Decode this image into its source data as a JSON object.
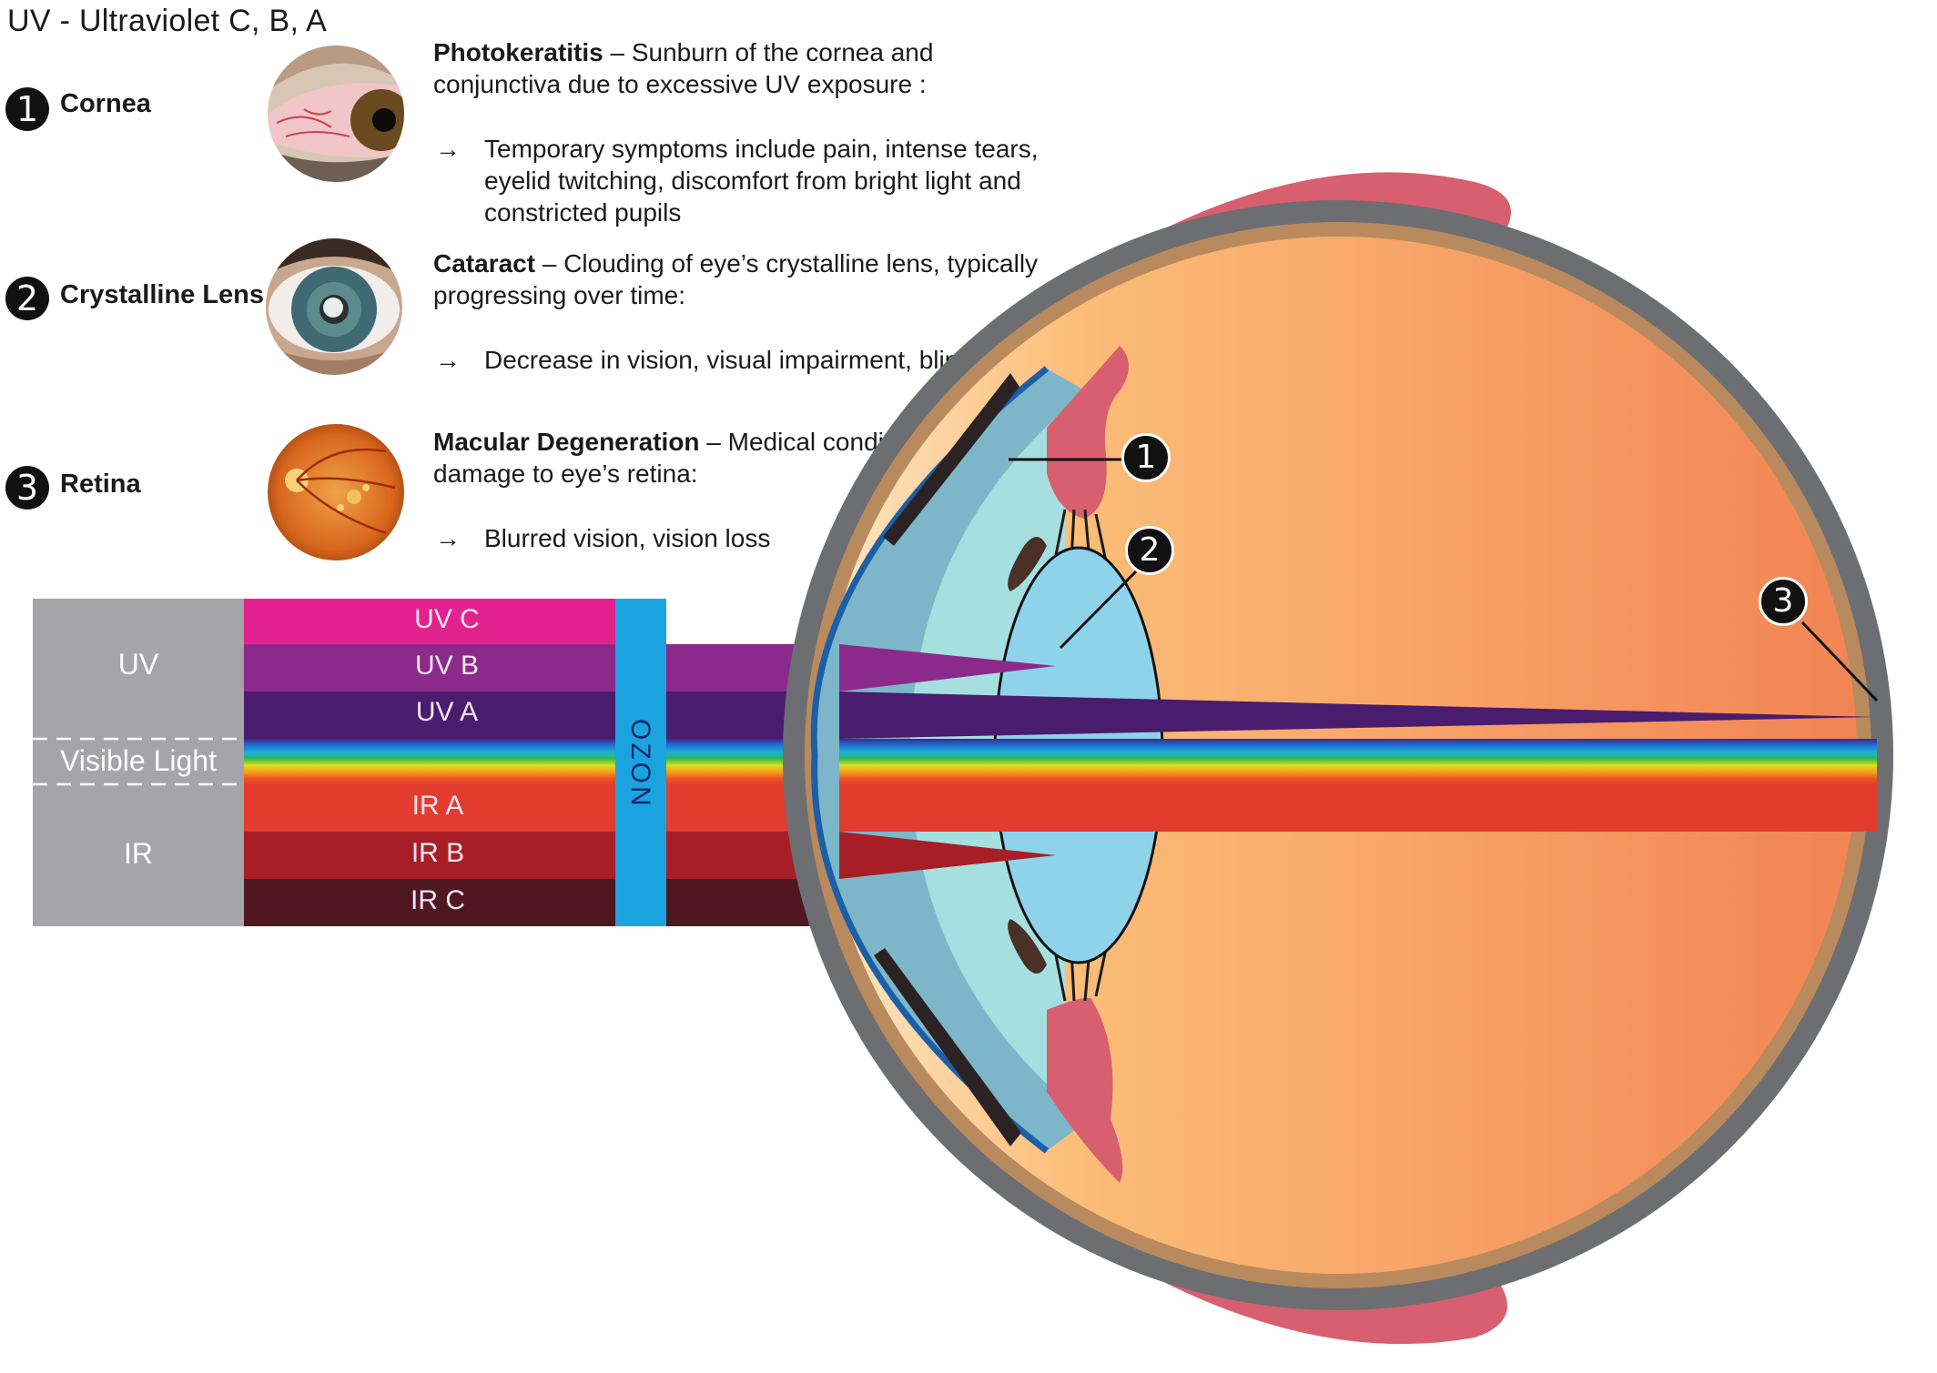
{
  "title": "UV  - Ultraviolet C, B, A",
  "conditions": [
    {
      "number": "1",
      "part": "Cornea",
      "name": "Photokeratitis",
      "lead": " – Sunburn of the cornea and conjunctiva due to excessive UV exposure :",
      "arrow_text": "Temporary symptoms include pain, intense tears, eyelid twitching, discomfort from bright light and constricted pupils"
    },
    {
      "number": "2",
      "part": "Crystalline Lens",
      "name": "Cataract",
      "lead": " – Clouding of eye’s crystalline lens, typically progressing over time:",
      "arrow_text": "Decrease in vision, visual impairment, blindness"
    },
    {
      "number": "3",
      "part": "Retina",
      "name": "Macular Degeneration",
      "lead": " – Medical condition of damage to eye’s retina:",
      "arrow_text": "Blurred vision, vision loss"
    }
  ],
  "arrow_symbol": "→",
  "spectrum": {
    "groups": [
      "UV",
      "Visible Light",
      "IR"
    ],
    "bands": [
      {
        "label": "UV C",
        "color": "#e2238f"
      },
      {
        "label": "UV B",
        "color": "#8c2a8c"
      },
      {
        "label": "UV A",
        "color": "#4a1c6e"
      },
      {
        "label": "IR A",
        "color": "#e23c2e"
      },
      {
        "label": "IR B",
        "color": "#a81e26"
      },
      {
        "label": "IR C",
        "color": "#4e1722"
      }
    ],
    "filter_label": "OZON"
  },
  "callouts": [
    "1",
    "2",
    "3"
  ],
  "colors": {
    "grey_block": "#a5a5a7",
    "ozon": "#1ba3e0",
    "eye_interior": "#f9a86a",
    "eye_outer": "#6d6e71",
    "eye_choroid": "#b98a5e",
    "eyelid": "#d85f6f",
    "cornea": "#7db6c9",
    "lens": "#8fd3ea"
  }
}
